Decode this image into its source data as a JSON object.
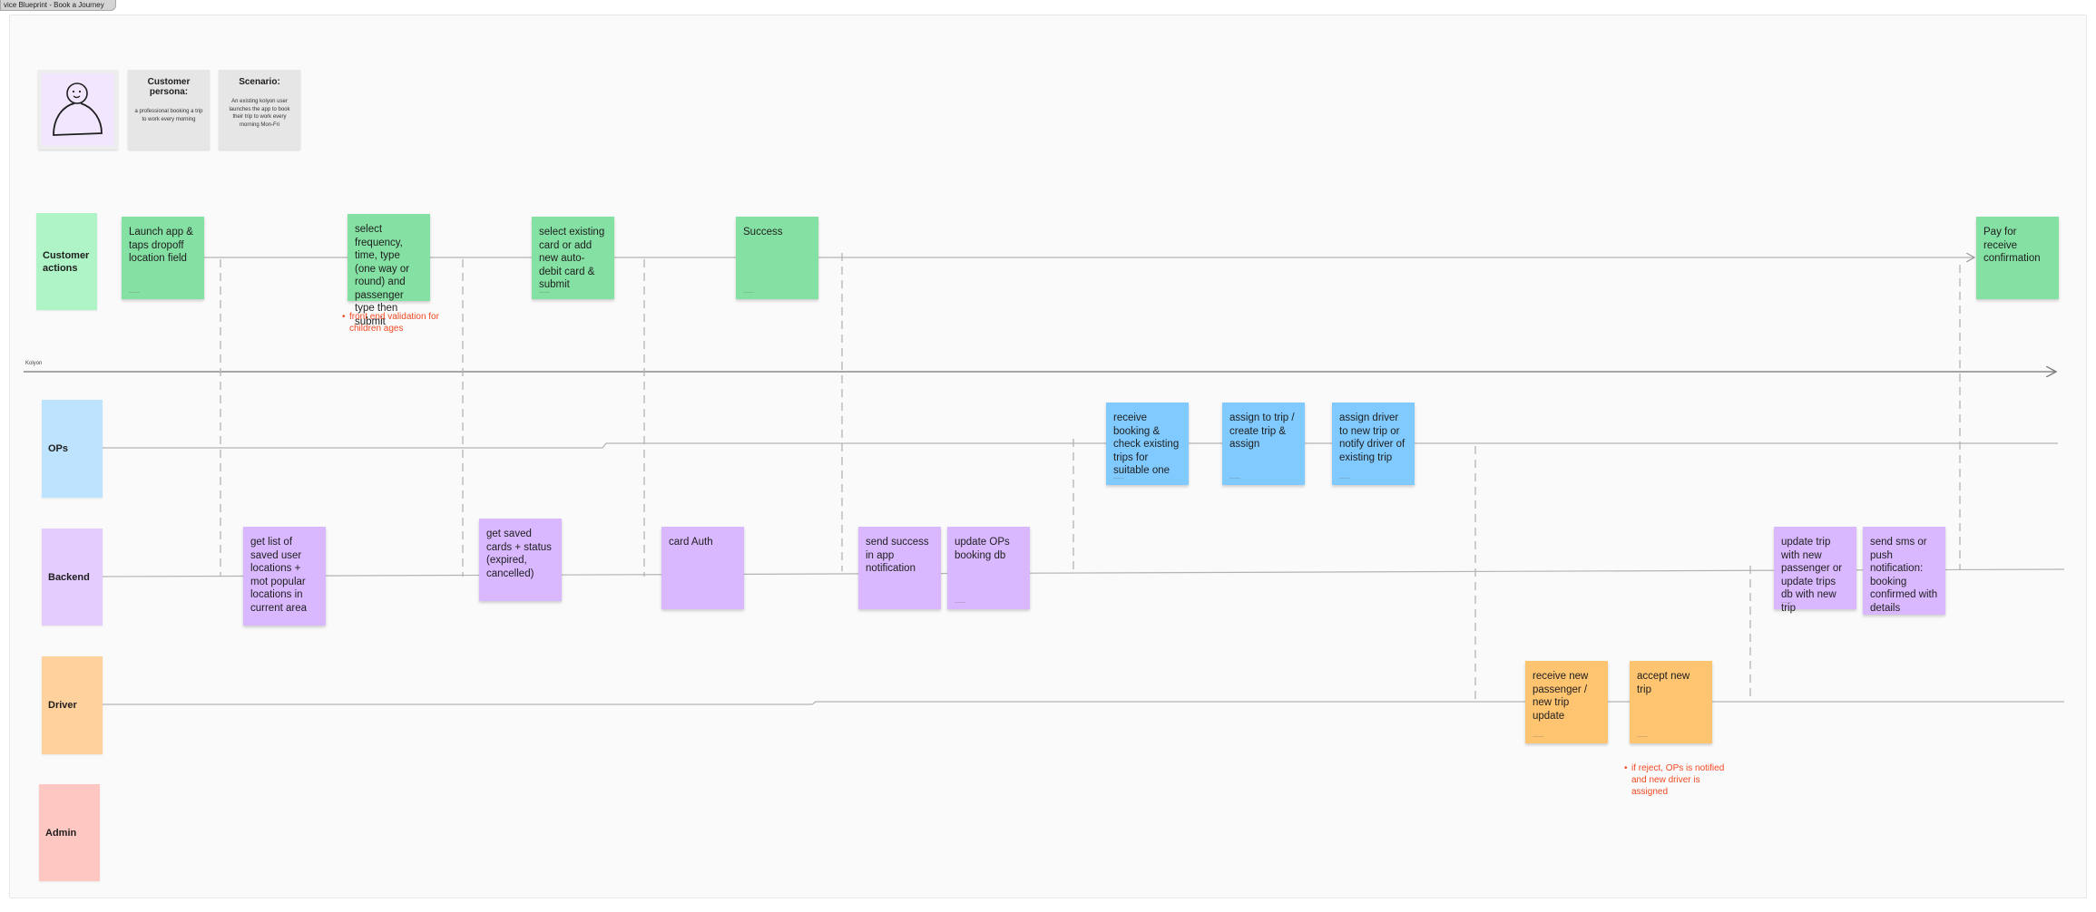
{
  "board": {
    "frame_title": "vice Blueprint - Book a Journey"
  },
  "persona": {
    "persona_title": "Customer persona:",
    "persona_body": "a professional booking a trip to work every morning",
    "scenario_title": "Scenario:",
    "scenario_body": "An existing kolyon user launches the app to book their trip to work every morning Mon-Fri"
  },
  "timeline_label": "Kolyon",
  "lanes": {
    "customer": "Customer actions",
    "ops": "OPs",
    "backend": "Backend",
    "driver": "Driver",
    "admin": "Admin"
  },
  "stickies": {
    "c1": "Launch app & taps dropoff location field",
    "c2": "select frequency, time, type (one way or round) and passenger type then submit",
    "c3": "select existing card or add new auto-debit card & submit",
    "c4": "Success",
    "c5": "Pay for receive confirmation",
    "o1": "receive booking & check existing trips for suitable one",
    "o2": "assign to trip / create trip & assign",
    "o3": "assign driver to new trip or notify driver of existing trip",
    "b1": "get list of saved user locations + mot popular locations in current area",
    "b2": "get saved cards + status (expired, cancelled)",
    "b3": "card Auth",
    "b4": "send success in app notification",
    "b5": "update OPs booking db",
    "b6": "update trip with new passenger or update trips db with new trip",
    "b7": "send sms or push notification: booking confirmed with details",
    "d1": "receive new passenger / new trip update",
    "d2": "accept new trip"
  },
  "notes": {
    "n1": "front end validation for children ages",
    "n2": "if reject, OPs is notified and new driver is assigned"
  },
  "colors": {
    "green_sticky": "#85e0a3",
    "blue_sticky": "#80caff",
    "purple_sticky": "#d9b8ff",
    "orange_sticky": "#ffc470",
    "note_red": "#f24822"
  }
}
